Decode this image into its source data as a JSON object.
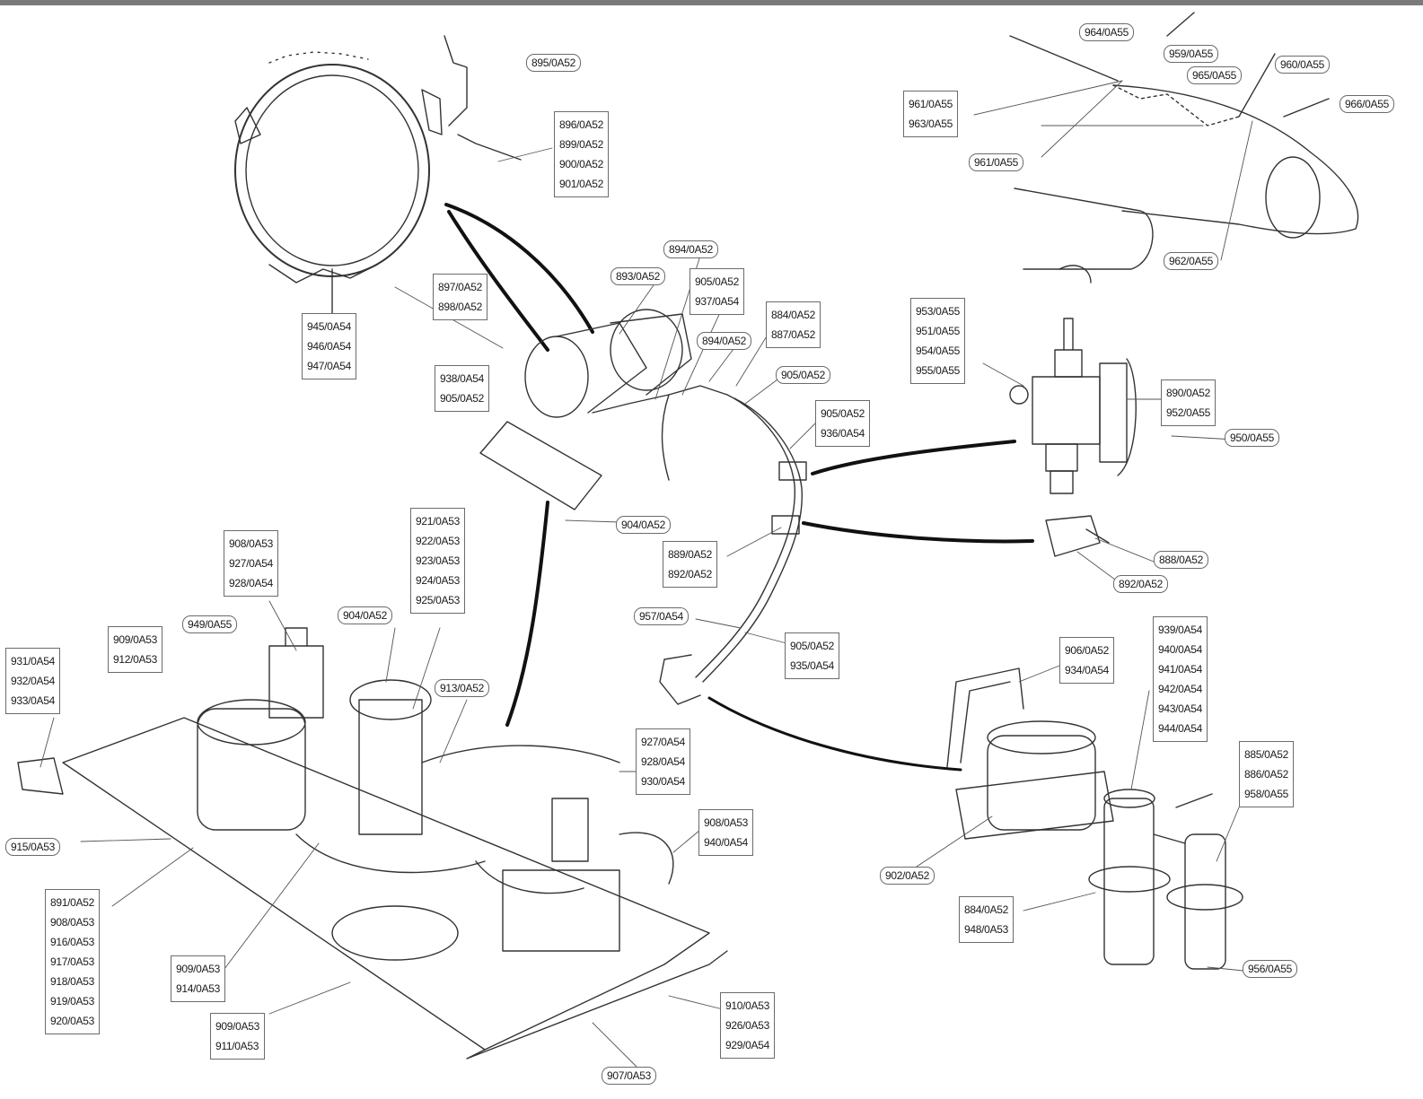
{
  "colors": {
    "ink": "#1a1a1a",
    "line": "#333333",
    "paper": "#ffffff",
    "frame": "#7a7a7a"
  },
  "part_labels": {
    "top_center": [
      "895/0A52"
    ],
    "ring_bolt": [
      "896/0A52",
      "899/0A52",
      "900/0A52",
      "901/0A52"
    ],
    "ring_clamp": [
      "945/0A54",
      "946/0A54",
      "947/0A54"
    ],
    "motor_left": [
      "897/0A52",
      "898/0A52"
    ],
    "motor_top": [
      "893/0A52"
    ],
    "motor_top_right": [
      "894/0A52"
    ],
    "pipe_mid": [
      "905/0A52",
      "937/0A54"
    ],
    "clips_a": [
      "894/0A52"
    ],
    "clips_b": [
      "884/0A52",
      "887/0A52"
    ],
    "clips_c": [
      "905/0A52"
    ],
    "harness_left": [
      "938/0A54",
      "905/0A52"
    ],
    "harness_right": [
      "905/0A52",
      "936/0A54"
    ],
    "plate_note": [
      "904/0A52"
    ],
    "clamp_pair": [
      "889/0A52",
      "892/0A52"
    ],
    "lower_hose": [
      "957/0A54"
    ],
    "lower_hose_right": [
      "905/0A52",
      "935/0A54"
    ],
    "aircraft_top": [
      "964/0A55"
    ],
    "aircraft_a": [
      "959/0A55"
    ],
    "aircraft_b": [
      "965/0A55"
    ],
    "aircraft_c": [
      "960/0A55"
    ],
    "aircraft_d": [
      "966/0A55"
    ],
    "aircraft_left": [
      "961/0A55",
      "963/0A55"
    ],
    "aircraft_lower": [
      "961/0A55"
    ],
    "aircraft_nose": [
      "962/0A55"
    ],
    "valve_left": [
      "953/0A55",
      "951/0A55",
      "954/0A55",
      "955/0A55"
    ],
    "valve_right": [
      "890/0A52",
      "952/0A55"
    ],
    "valve_far": [
      "950/0A55"
    ],
    "bracket_a": [
      "888/0A52"
    ],
    "bracket_b": [
      "892/0A52"
    ],
    "base_tl": [
      "908/0A53",
      "927/0A54",
      "928/0A54"
    ],
    "base_tc": [
      "921/0A53",
      "922/0A53",
      "923/0A53",
      "924/0A53",
      "925/0A53"
    ],
    "base_tr": [
      "904/0A52"
    ],
    "base_valve": [
      "949/0A55"
    ],
    "base_pump": [
      "909/0A53",
      "912/0A53"
    ],
    "base_far_left": [
      "931/0A54",
      "932/0A54",
      "933/0A54"
    ],
    "base_pipe": [
      "913/0A52"
    ],
    "base_mid": [
      "927/0A54",
      "928/0A54",
      "930/0A54"
    ],
    "base_right": [
      "908/0A53",
      "940/0A54"
    ],
    "base_edge": [
      "915/0A53"
    ],
    "base_list": [
      "891/0A52",
      "908/0A53",
      "916/0A53",
      "917/0A53",
      "918/0A53",
      "919/0A53",
      "920/0A53"
    ],
    "base_fit": [
      "909/0A53",
      "914/0A53"
    ],
    "base_fit2": [
      "909/0A53",
      "911/0A53"
    ],
    "base_feet": [
      "910/0A53",
      "926/0A53",
      "929/0A54"
    ],
    "base_bottom": [
      "907/0A53"
    ],
    "pump_a": [
      "906/0A52",
      "934/0A54"
    ],
    "pump_list": [
      "939/0A54",
      "940/0A54",
      "941/0A54",
      "942/0A54",
      "943/0A54",
      "944/0A54"
    ],
    "pump_right": [
      "885/0A52",
      "886/0A52",
      "958/0A55"
    ],
    "pump_base": [
      "902/0A52"
    ],
    "pump_lower": [
      "884/0A52",
      "948/0A53"
    ],
    "pump_foot": [
      "956/0A55"
    ]
  }
}
